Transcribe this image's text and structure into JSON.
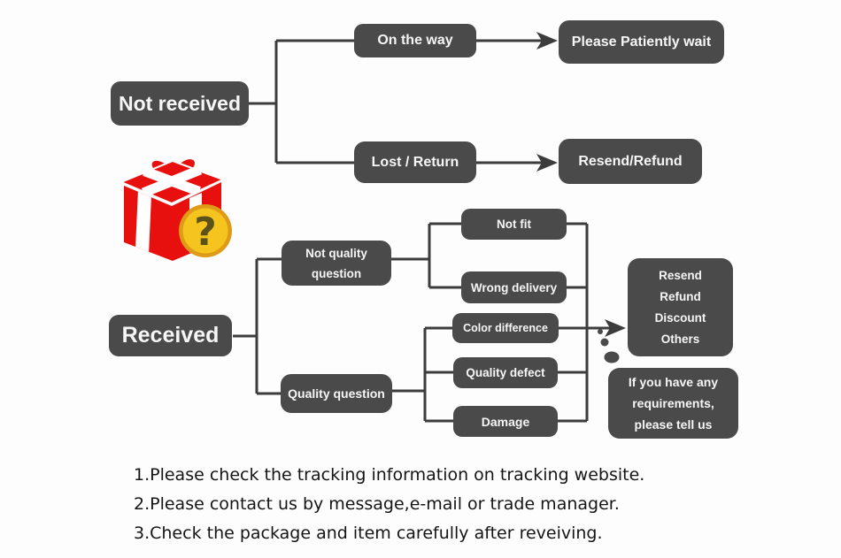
{
  "colors": {
    "bg": "#fdfdfd",
    "node_fill": "#4a4a4a",
    "node_text": "#f6f6f6",
    "line": "#3c3c3c",
    "note_text": "#151515",
    "gift_red": "#e8100e",
    "ribbon_white": "#ffffff",
    "coin_rim": "#df9a17",
    "coin_yellow": "#f5c41e",
    "question_mark_color": "#5b521b"
  },
  "icons": {
    "gift": "gift-box-icon",
    "coin": "question-coin-icon",
    "question_mark": "?",
    "thought_dots": "thought-dots-icon",
    "arrowhead": "arrow-right-icon"
  },
  "flowchart": {
    "nodes": {
      "not_received": {
        "label": "Not received"
      },
      "on_the_way": {
        "label": "On the way"
      },
      "please_patiently_wait": {
        "label": "Please Patiently wait"
      },
      "lost_return": {
        "label": "Lost / Return"
      },
      "resend_refund": {
        "label": "Resend/Refund"
      },
      "received": {
        "label": "Received"
      },
      "not_quality_question": {
        "lines": [
          "Not quality",
          "question"
        ]
      },
      "quality_question": {
        "label": "Quality question"
      },
      "not_fit": {
        "label": "Not fit"
      },
      "wrong_delivery": {
        "label": "Wrong delivery"
      },
      "color_difference": {
        "label": "Color difference"
      },
      "quality_defect": {
        "label": "Quality defect"
      },
      "damage": {
        "label": "Damage"
      },
      "outcomes": {
        "lines": [
          "Resend",
          "Refund",
          "Discount",
          "Others"
        ]
      },
      "requirements": {
        "lines": [
          "If you have any",
          "requirements,",
          "please tell us"
        ]
      }
    },
    "notes": [
      "1.Please check the tracking information on tracking website.",
      "2.Please contact us by message,e-mail or trade manager.",
      "3.Check the package and item carefully after reveiving."
    ]
  }
}
